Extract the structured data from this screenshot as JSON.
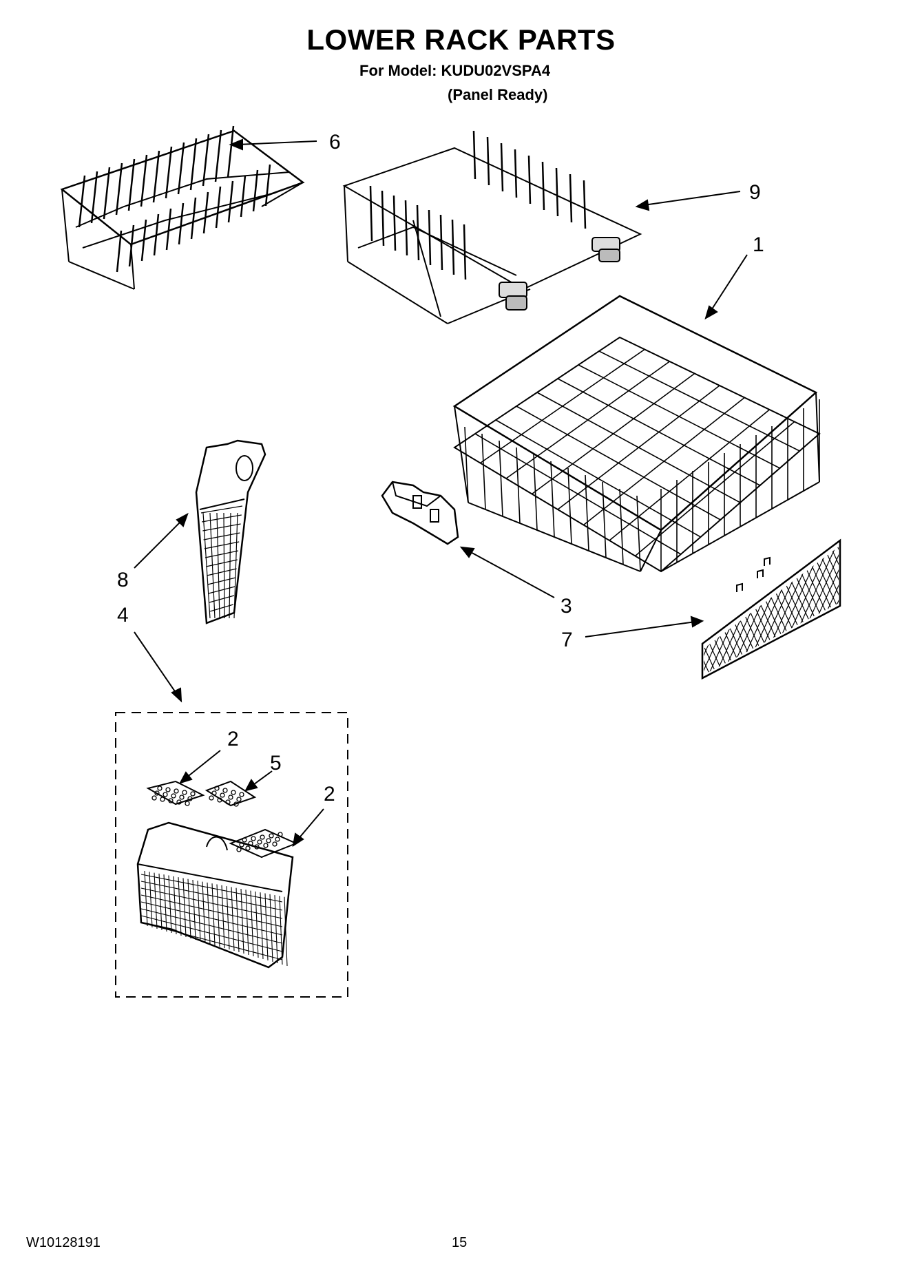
{
  "header": {
    "title": "LOWER RACK PARTS",
    "model_line": "For Model: KUDU02VSPA4",
    "variant_line": "(Panel Ready)"
  },
  "callouts": {
    "part_6": "6",
    "part_9": "9",
    "part_1": "1",
    "part_8": "8",
    "part_3": "3",
    "part_4": "4",
    "part_7": "7",
    "part_2a": "2",
    "part_5": "5",
    "part_2b": "2"
  },
  "footer": {
    "doc_number": "W10128191",
    "page_number": "15"
  }
}
